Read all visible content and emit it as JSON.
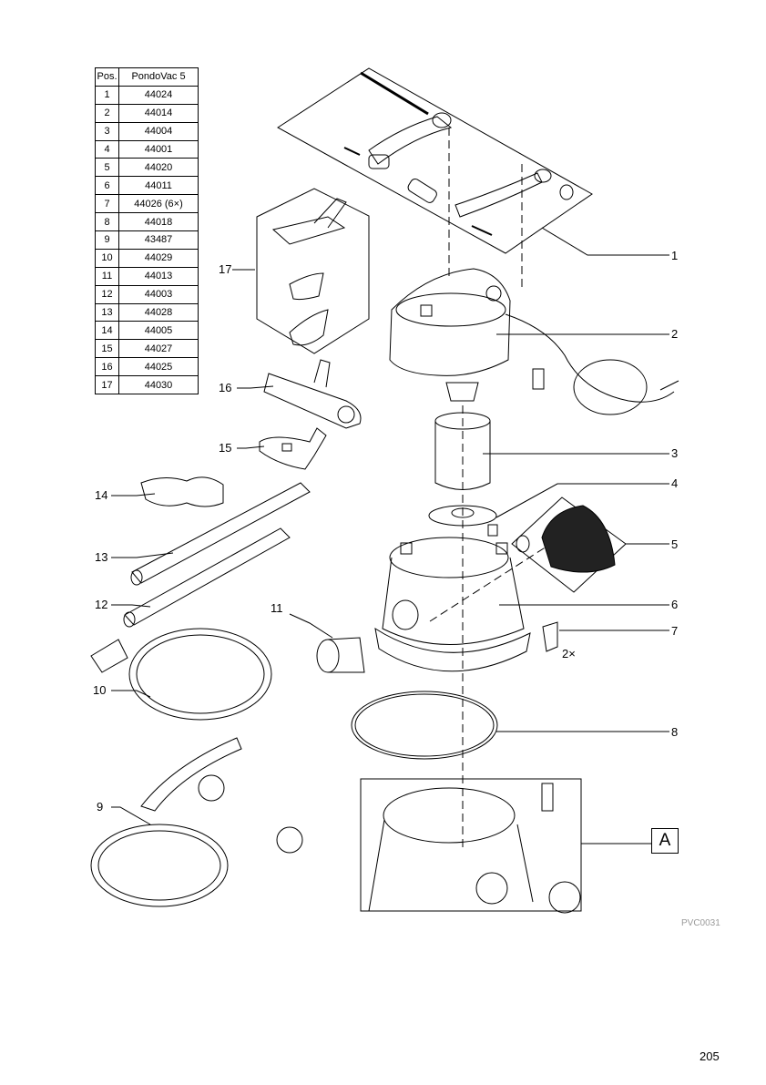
{
  "table": {
    "headers": [
      "Pos.",
      "PondoVac 5"
    ],
    "rows": [
      [
        "1",
        "44024"
      ],
      [
        "2",
        "44014"
      ],
      [
        "3",
        "44004"
      ],
      [
        "4",
        "44001"
      ],
      [
        "5",
        "44020"
      ],
      [
        "6",
        "44011"
      ],
      [
        "7",
        "44026 (6×)"
      ],
      [
        "8",
        "44018"
      ],
      [
        "9",
        "43487"
      ],
      [
        "10",
        "44029"
      ],
      [
        "11",
        "44013"
      ],
      [
        "12",
        "44003"
      ],
      [
        "13",
        "44028"
      ],
      [
        "14",
        "44005"
      ],
      [
        "15",
        "44027"
      ],
      [
        "16",
        "44025"
      ],
      [
        "17",
        "44030"
      ]
    ]
  },
  "callouts": {
    "c1": "1",
    "c2": "2",
    "c3": "3",
    "c4": "4",
    "c5": "5",
    "c6": "6",
    "c7": "7",
    "c8": "8",
    "c9": "9",
    "c10": "10",
    "c11": "11",
    "c12": "12",
    "c13": "13",
    "c14": "14",
    "c15": "15",
    "c16": "16",
    "c17": "17",
    "quantity": "2×",
    "detail_label": "A"
  },
  "drawing_code": "PVC0031",
  "page_number": "205",
  "colors": {
    "line": "#000000",
    "caption_gray": "#9a9a9a"
  }
}
